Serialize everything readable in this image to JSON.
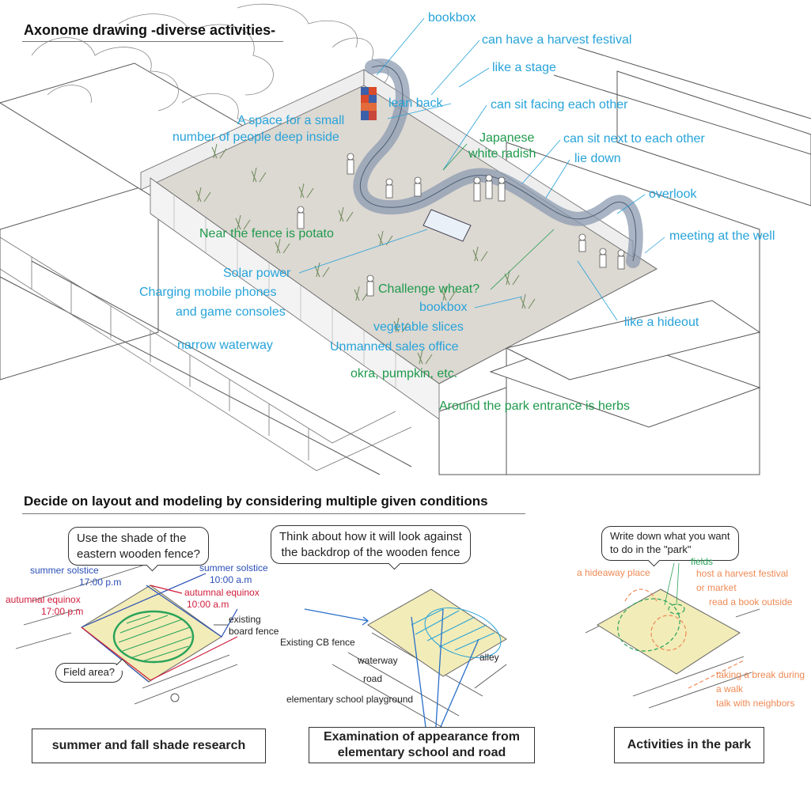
{
  "sections": {
    "axonome_title": "Axonome drawing -diverse activities-",
    "layout_title": "Decide on layout and modeling by considering multiple given conditions"
  },
  "axonome_labels": {
    "bookbox_top": "bookbox",
    "harvest": "can have a harvest festival",
    "stage": "like a stage",
    "lean_back": "lean back",
    "facing": "can sit facing each other",
    "space_small_1": "A space for a small",
    "space_small_2": "number of people deep inside",
    "radish_1": "Japanese",
    "radish_2": "white radish",
    "next_to": "can sit next to each other",
    "lie_down": "lie down",
    "overlook": "overlook",
    "potato": "Near the fence is potato",
    "well": "meeting at the well",
    "solar": "Solar power",
    "charging_1": "Charging mobile phones",
    "charging_2": "and game consoles",
    "wheat": "Challenge wheat?",
    "bookbox_mid": "bookbox",
    "hideout": "like a hideout",
    "veg_slices": "vegetable slices",
    "waterway": "narrow waterway",
    "unmanned": "Unmanned sales office",
    "okra": "okra, pumpkin, etc.",
    "herbs": "Around the park entrance is herbs"
  },
  "panel_shade": {
    "bubble_1": "Use the shade of the",
    "bubble_2": "eastern wooden fence?",
    "summer_1700_a": "summer solstice",
    "summer_1700_b": "17:00 p.m",
    "summer_1000_a": "summer solstice",
    "summer_1000_b": "10:00 a.m",
    "autumn_1700_a": "autumnal equinox",
    "autumn_1700_b": "17:00 p.m",
    "autumn_1000_a": "autumnal equinox",
    "autumn_1000_b": "10:00 a.m",
    "fence_a": "existing",
    "fence_b": "board fence",
    "field_area": "Field area?",
    "caption": "summer and fall shade research"
  },
  "panel_appearance": {
    "bubble_1": "Think about how it will look against",
    "bubble_2": "the backdrop of the wooden fence",
    "cb_fence": "Existing CB fence",
    "waterway": "waterway",
    "road": "road",
    "playground": "elementary school playground",
    "alley": "alley",
    "caption_1": "Examination of appearance from",
    "caption_2": "elementary school and road"
  },
  "panel_activities": {
    "bubble_1": "Write down what you want",
    "bubble_2": "to do in the \"park\"",
    "hideaway": "a hideaway place",
    "fields": "fields",
    "harvest": "host a harvest festival",
    "market": "or market",
    "read": "read a book outside",
    "break_1": "taking a break during",
    "break_2": "a walk",
    "neighbors": "talk with neighbors",
    "caption": "Activities in the park"
  },
  "colors": {
    "label_blue": "#27a3d9",
    "label_green": "#1f9a4c",
    "ground": "#dcd8d2",
    "field_yellow": "#f2ecb8",
    "shade_blue": "#2a4fb5",
    "shade_red": "#d01d3c",
    "activity_orange": "#ee8a55"
  }
}
